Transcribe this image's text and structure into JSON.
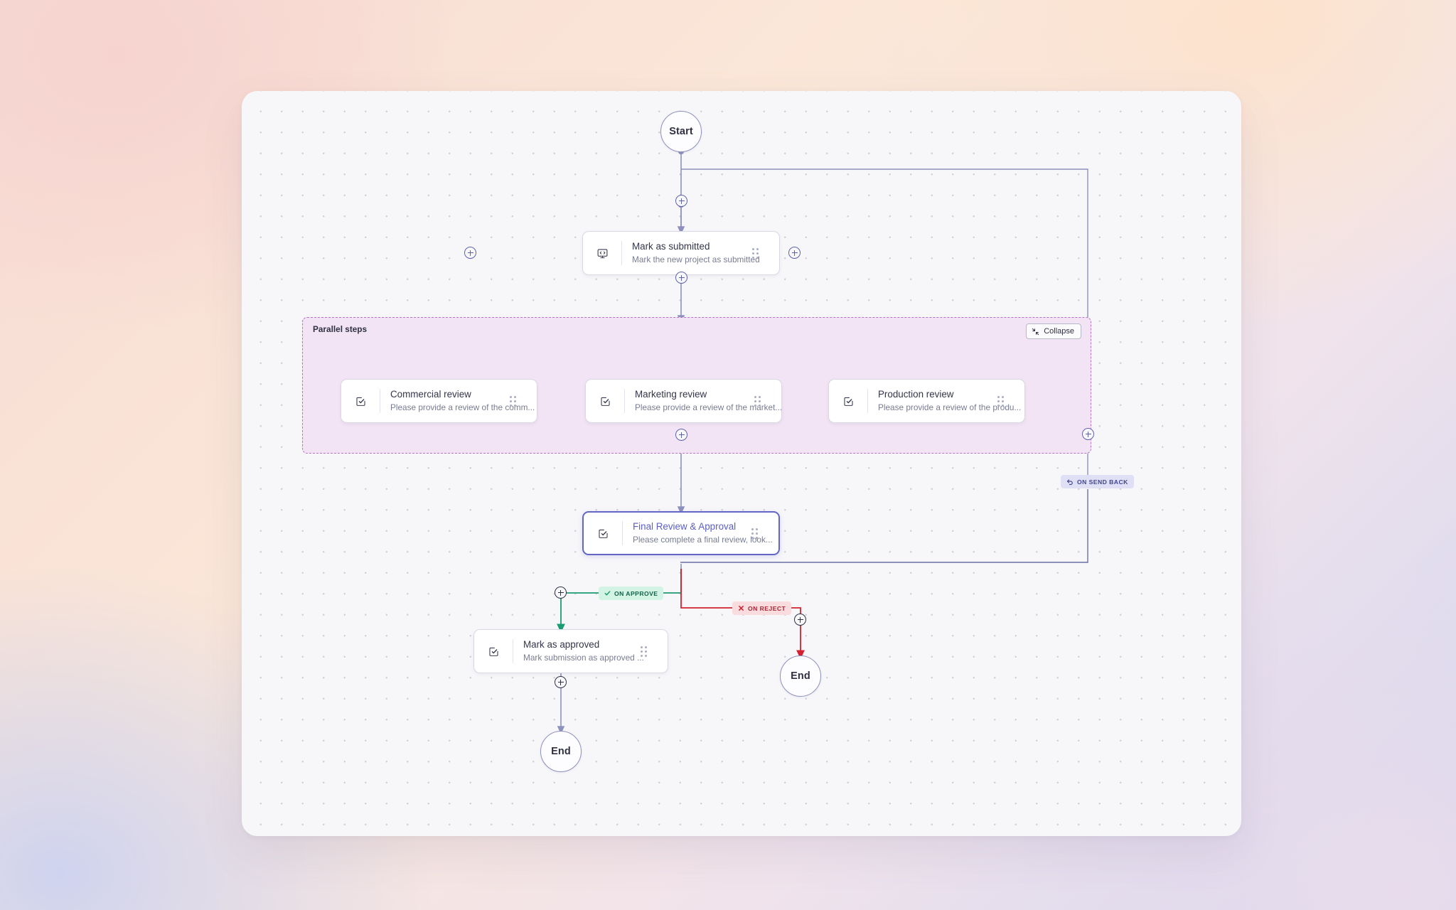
{
  "canvas": {
    "grid": "dotted",
    "background_color": "#f7f7fa"
  },
  "parallel_group": {
    "title": "Parallel steps",
    "collapse_label": "Collapse",
    "collapse_icon": "collapse-arrows-icon",
    "fill_color": "#f2e4f4",
    "border_color": "#b573c3"
  },
  "terminals": {
    "start": "Start",
    "end_approved": "End",
    "end_rejected": "End"
  },
  "nodes": [
    {
      "id": "mark-as-submitted",
      "title": "Mark as submitted",
      "subtitle": "Mark the new project as submitted",
      "icon": "script-monitor-icon",
      "selected": false
    },
    {
      "id": "commercial-review",
      "title": "Commercial review",
      "subtitle": "Please provide a review of the comm...",
      "icon": "approval-task-icon",
      "selected": false
    },
    {
      "id": "marketing-review",
      "title": "Marketing review",
      "subtitle": "Please provide a review of the market...",
      "icon": "approval-task-icon",
      "selected": false
    },
    {
      "id": "production-review",
      "title": "Production review",
      "subtitle": "Please provide a review of the produ...",
      "icon": "approval-task-icon",
      "selected": false
    },
    {
      "id": "final-review-approval",
      "title": "Final Review & Approval",
      "subtitle": "Please complete a final review, look...",
      "icon": "approval-task-icon",
      "selected": true
    },
    {
      "id": "mark-as-approved",
      "title": "Mark as approved",
      "subtitle": "Mark submission as approved ...",
      "icon": "approval-task-icon",
      "selected": false
    }
  ],
  "branches": [
    {
      "id": "on-approve",
      "label": "ON APPROVE",
      "icon": "check-icon",
      "color": "#1c9c72",
      "badge_bg": "#d3f3e4",
      "text_color": "#12604a"
    },
    {
      "id": "on-reject",
      "label": "ON REJECT",
      "icon": "cross-icon",
      "color": "#d4212f",
      "badge_bg": "#fbdcde",
      "text_color": "#a62433"
    },
    {
      "id": "on-send-back",
      "label": "ON SEND BACK",
      "icon": "return-arrow-icon",
      "color": "#6a6fa6",
      "badge_bg": "#dfe0f5",
      "text_color": "#41468f"
    }
  ],
  "add_buttons": [
    {
      "id": "add-after-start",
      "style": "outline-purple"
    },
    {
      "id": "add-left-of-mark-submitted",
      "style": "outline-purple"
    },
    {
      "id": "add-right-of-mark-submitted",
      "style": "outline-purple"
    },
    {
      "id": "add-before-parallel-group",
      "style": "outline-purple"
    },
    {
      "id": "add-after-parallel-group",
      "style": "outline-purple"
    },
    {
      "id": "add-on-send-back-path",
      "style": "outline-purple"
    },
    {
      "id": "add-on-approve-path",
      "style": "outline-dark"
    },
    {
      "id": "add-before-approved-end",
      "style": "outline-dark"
    },
    {
      "id": "add-on-reject-path",
      "style": "outline-dark"
    }
  ],
  "edge_colors": {
    "default": "#8d91bd",
    "approve": "#1c9c72",
    "reject": "#d4212f",
    "send_back": "#6a6fa6"
  }
}
